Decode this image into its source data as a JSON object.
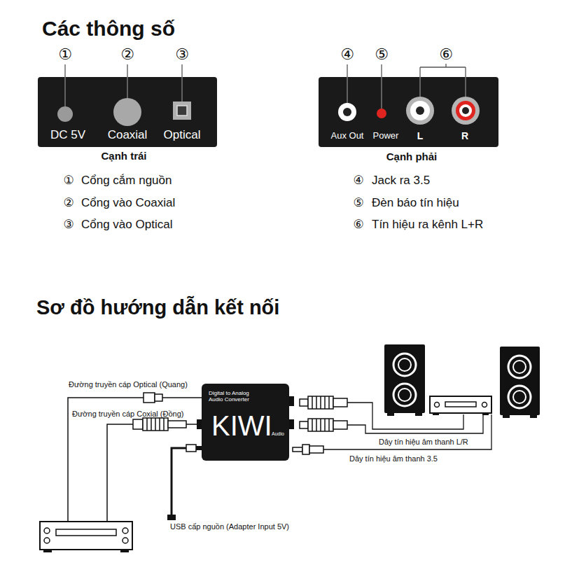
{
  "diagram": {
    "title": "Các thông số",
    "nodes": [
      {
        "text": [
          "DC 5V",
          "Coaxial",
          "Optical",
          "Cạnh trái"
        ]
      },
      {
        "text": [
          "Aux Out",
          "Power",
          "L",
          "R",
          "Cạnh phải"
        ]
      },
      {
        "text": [
          "Digital to Analog Audio Converter",
          "KIWI",
          "Audio"
        ]
      }
    ],
    "labels": [
      "①",
      "②",
      "③",
      "④",
      "⑤",
      "⑥",
      "①",
      "Cổng cắm nguồn",
      "②",
      "Cổng vào Coaxial",
      "③",
      "Cổng vào Optical",
      "④",
      "Jack ra 3.5",
      "⑤",
      "Đèn báo tín hiệu",
      "⑥",
      "Tín hiệu ra kênh L+R",
      "Sơ đồ hướng dẫn kết nối",
      "Đường truyền cáp Optical (Quang)",
      "Đường truyền cáp Coxial (Đồng)",
      "Dây tín hiệu âm thanh L/R",
      "Dây tín hiệu âm thanh 3.5",
      "USB cấp nguồn (Adapter Input 5V)"
    ]
  }
}
